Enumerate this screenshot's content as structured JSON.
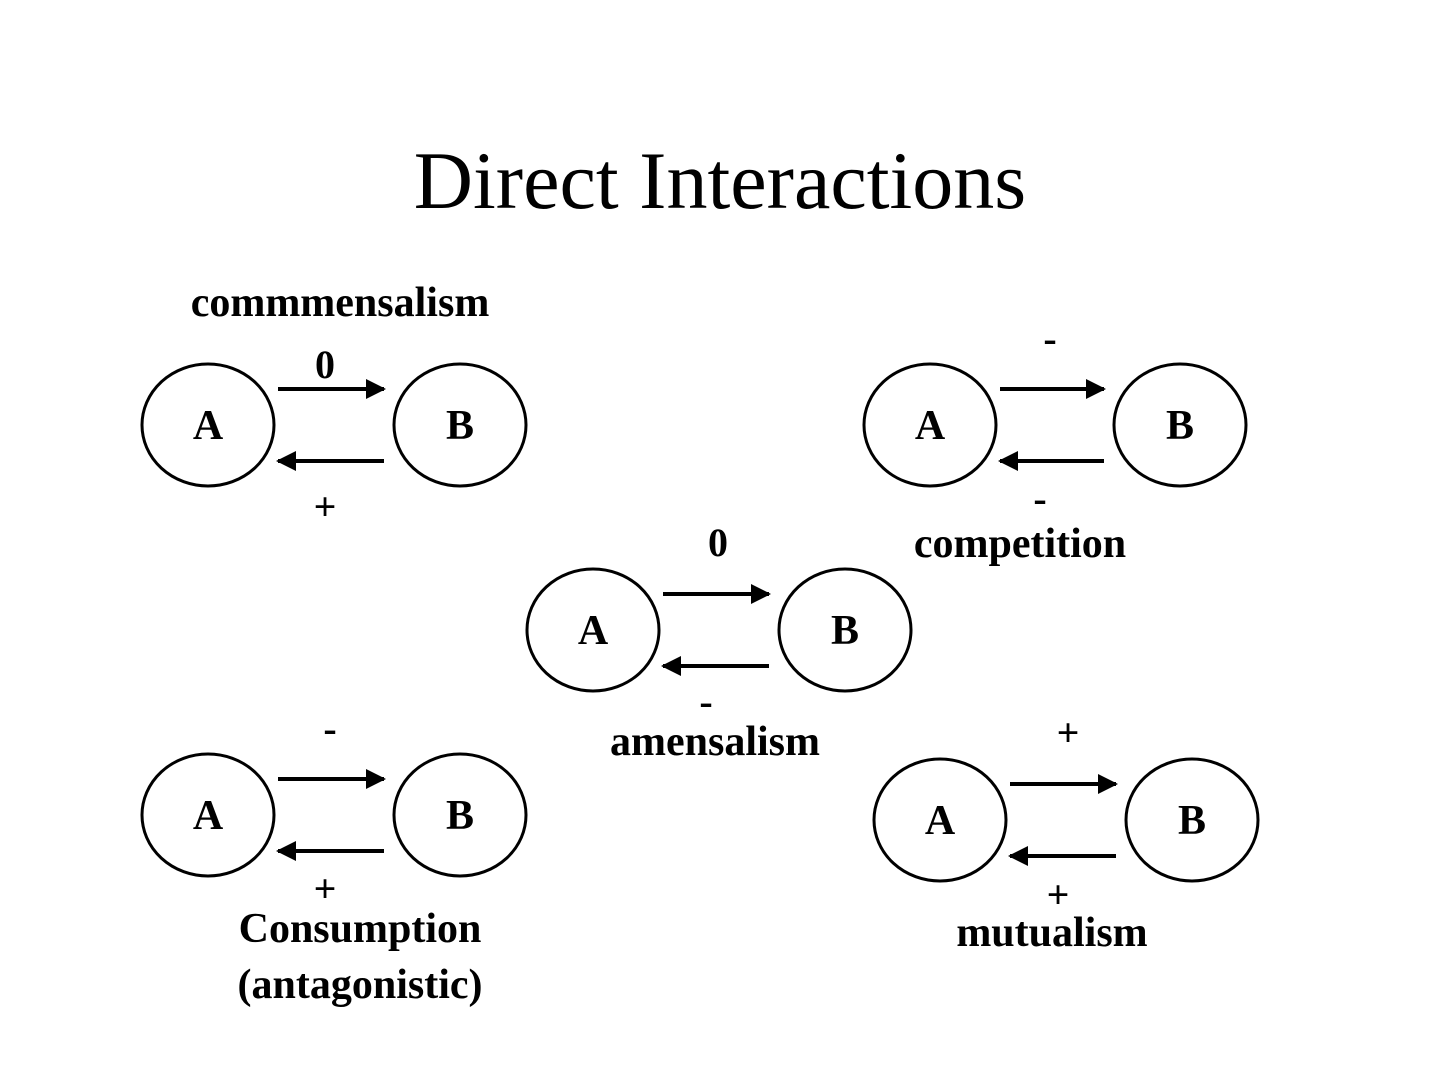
{
  "title": "Direct Interactions",
  "nodes": {
    "a": "A",
    "b": "B"
  },
  "interactions": [
    {
      "id": "commensalism",
      "name": "commmensalism",
      "name_line2": "",
      "effect_on_b": "0",
      "effect_on_a": "+"
    },
    {
      "id": "competition",
      "name": "competition",
      "name_line2": "",
      "effect_on_b": "-",
      "effect_on_a": "-"
    },
    {
      "id": "amensalism",
      "name": "amensalism",
      "name_line2": "",
      "effect_on_b": "0",
      "effect_on_a": "-"
    },
    {
      "id": "consumption",
      "name": "Consumption",
      "name_line2": "(antagonistic)",
      "effect_on_b": "-",
      "effect_on_a": "+"
    },
    {
      "id": "mutualism",
      "name": "mutualism",
      "name_line2": "",
      "effect_on_b": "+",
      "effect_on_a": "+"
    }
  ]
}
